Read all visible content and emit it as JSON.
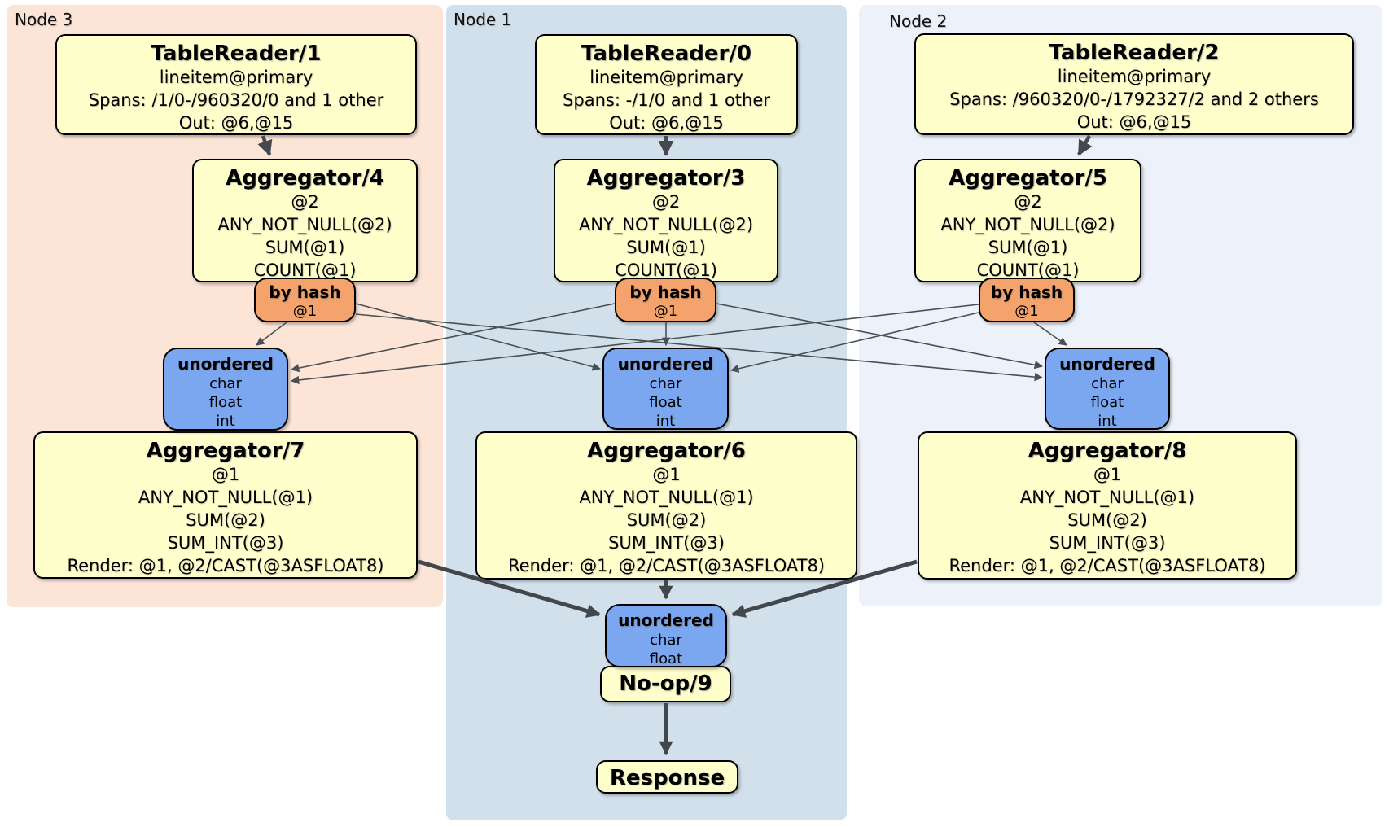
{
  "regions": {
    "node3": {
      "label": "Node 3"
    },
    "node1": {
      "label": "Node 1"
    },
    "node2": {
      "label": "Node 2"
    }
  },
  "processors": {
    "tr1": {
      "title": "TableReader/1",
      "lines": [
        "lineitem@primary",
        "Spans: /1/0-/960320/0 and 1 other",
        "Out: @6,@15"
      ]
    },
    "tr0": {
      "title": "TableReader/0",
      "lines": [
        "lineitem@primary",
        "Spans: -/1/0 and 1 other",
        "Out: @6,@15"
      ]
    },
    "tr2": {
      "title": "TableReader/2",
      "lines": [
        "lineitem@primary",
        "Spans: /960320/0-/1792327/2 and 2 others",
        "Out: @6,@15"
      ]
    },
    "agg4": {
      "title": "Aggregator/4",
      "lines": [
        "@2",
        "ANY_NOT_NULL(@2)",
        "SUM(@1)",
        "COUNT(@1)"
      ]
    },
    "agg3": {
      "title": "Aggregator/3",
      "lines": [
        "@2",
        "ANY_NOT_NULL(@2)",
        "SUM(@1)",
        "COUNT(@1)"
      ]
    },
    "agg5": {
      "title": "Aggregator/5",
      "lines": [
        "@2",
        "ANY_NOT_NULL(@2)",
        "SUM(@1)",
        "COUNT(@1)"
      ]
    },
    "agg7": {
      "title": "Aggregator/7",
      "lines": [
        "@1",
        "ANY_NOT_NULL(@1)",
        "SUM(@2)",
        "SUM_INT(@3)",
        "Render: @1, @2/CAST(@3ASFLOAT8)"
      ]
    },
    "agg6": {
      "title": "Aggregator/6",
      "lines": [
        "@1",
        "ANY_NOT_NULL(@1)",
        "SUM(@2)",
        "SUM_INT(@3)",
        "Render: @1, @2/CAST(@3ASFLOAT8)"
      ]
    },
    "agg8": {
      "title": "Aggregator/8",
      "lines": [
        "@1",
        "ANY_NOT_NULL(@1)",
        "SUM(@2)",
        "SUM_INT(@3)",
        "Render: @1, @2/CAST(@3ASFLOAT8)"
      ]
    },
    "noop": {
      "title": "No-op/9"
    },
    "response": {
      "title": "Response"
    }
  },
  "routers": {
    "r3": {
      "title": "by hash",
      "key": "@1"
    },
    "r1": {
      "title": "by hash",
      "key": "@1"
    },
    "r2": {
      "title": "by hash",
      "key": "@1"
    }
  },
  "streams": {
    "u3": {
      "title": "unordered",
      "types": [
        "char",
        "float",
        "int"
      ]
    },
    "u1": {
      "title": "unordered",
      "types": [
        "char",
        "float",
        "int"
      ]
    },
    "u2": {
      "title": "unordered",
      "types": [
        "char",
        "float",
        "int"
      ]
    },
    "u4": {
      "title": "unordered",
      "types": [
        "char",
        "float"
      ]
    }
  },
  "edges": [
    [
      "TableReader/1",
      "Aggregator/4"
    ],
    [
      "TableReader/0",
      "Aggregator/3"
    ],
    [
      "TableReader/2",
      "Aggregator/5"
    ],
    [
      "Aggregator/4.by-hash",
      "unordered.node3"
    ],
    [
      "Aggregator/4.by-hash",
      "unordered.node1"
    ],
    [
      "Aggregator/4.by-hash",
      "unordered.node2"
    ],
    [
      "Aggregator/3.by-hash",
      "unordered.node3"
    ],
    [
      "Aggregator/3.by-hash",
      "unordered.node1"
    ],
    [
      "Aggregator/3.by-hash",
      "unordered.node2"
    ],
    [
      "Aggregator/5.by-hash",
      "unordered.node3"
    ],
    [
      "Aggregator/5.by-hash",
      "unordered.node1"
    ],
    [
      "Aggregator/5.by-hash",
      "unordered.node2"
    ],
    [
      "Aggregator/7",
      "unordered.final"
    ],
    [
      "Aggregator/6",
      "unordered.final"
    ],
    [
      "Aggregator/8",
      "unordered.final"
    ],
    [
      "No-op/9",
      "Response"
    ]
  ],
  "colors": {
    "node3_bg": "#fce4d6",
    "node1_bg": "#d2e0eb",
    "node2_bg": "#edf1fa",
    "processor_fill": "#ffffcc",
    "router_fill": "#f5a36c",
    "stream_fill": "#7aa7f0",
    "border": "#000000",
    "edge": "#45494e"
  }
}
